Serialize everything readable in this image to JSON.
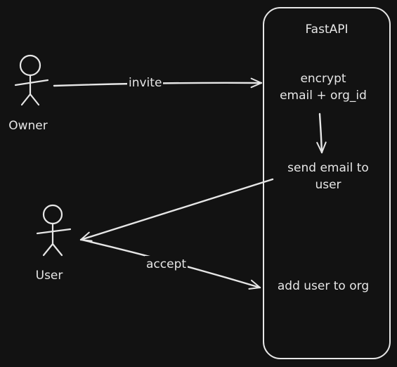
{
  "system": {
    "title": "FastAPI"
  },
  "actors": {
    "owner": "Owner",
    "user": "User"
  },
  "steps": {
    "encrypt": {
      "line1": "encrypt",
      "line2": "email + org_id"
    },
    "send": {
      "line1": "send email to",
      "line2": "user"
    },
    "add": "add user to org"
  },
  "edges": {
    "invite": "invite",
    "accept": "accept"
  },
  "colors": {
    "background": "#121212",
    "stroke": "#e6e6e6"
  }
}
